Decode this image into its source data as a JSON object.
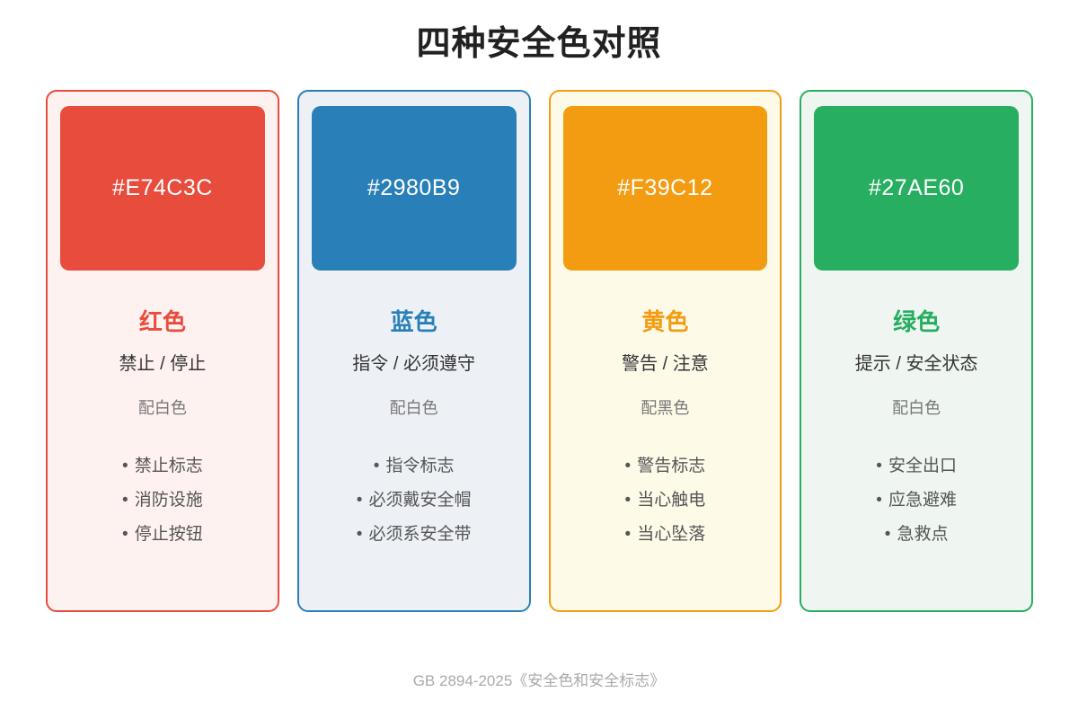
{
  "header": {
    "title": "四种安全色对照"
  },
  "footer": {
    "note": "GB 2894-2025《安全色和安全标志》"
  },
  "bullet_glyph": "•",
  "cards": [
    {
      "hex": "#E74C3C",
      "name": "红色",
      "usage": "禁止 / 停止",
      "contrast": "配白色",
      "swatch_color": "#E74C3C",
      "border_color": "#E74C3C",
      "card_bg": "#FEF2F1",
      "name_color": "#E74C3C",
      "hex_text_color": "#FFFFFF",
      "examples": [
        "禁止标志",
        "消防设施",
        "停止按钮"
      ]
    },
    {
      "hex": "#2980B9",
      "name": "蓝色",
      "usage": "指令 / 必须遵守",
      "contrast": "配白色",
      "swatch_color": "#2980B9",
      "border_color": "#2980B9",
      "card_bg": "#EDF1F6",
      "name_color": "#2980B9",
      "hex_text_color": "#FFFFFF",
      "examples": [
        "指令标志",
        "必须戴安全帽",
        "必须系安全带"
      ]
    },
    {
      "hex": "#F39C12",
      "name": "黄色",
      "usage": "警告 / 注意",
      "contrast": "配黑色",
      "swatch_color": "#F39C12",
      "border_color": "#F39C12",
      "card_bg": "#FEFAE8",
      "name_color": "#F39C12",
      "hex_text_color": "#FFFFFF",
      "examples": [
        "警告标志",
        "当心触电",
        "当心坠落"
      ]
    },
    {
      "hex": "#27AE60",
      "name": "绿色",
      "usage": "提示 / 安全状态",
      "contrast": "配白色",
      "swatch_color": "#27AE60",
      "border_color": "#27AE60",
      "card_bg": "#EFF5F1",
      "name_color": "#27AE60",
      "hex_text_color": "#FFFFFF",
      "examples": [
        "安全出口",
        "应急避难",
        "急救点"
      ]
    }
  ]
}
